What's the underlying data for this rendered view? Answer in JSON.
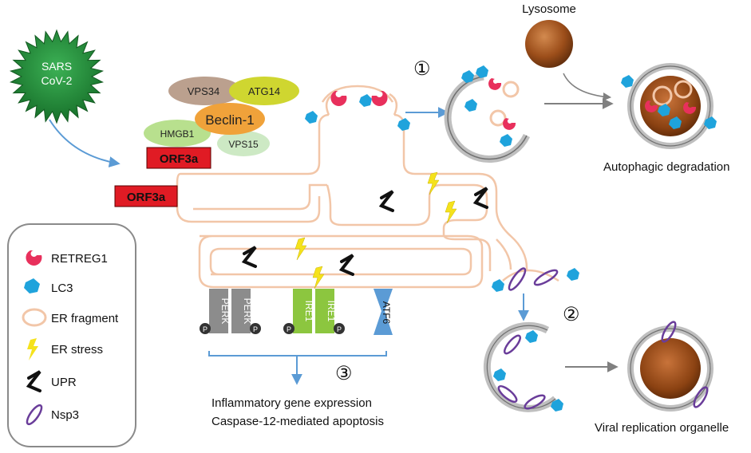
{
  "virus": {
    "line1": "SARS",
    "line2": "CoV-2"
  },
  "complex": {
    "vps34": "VPS34",
    "atg14": "ATG14",
    "beclin1": "Beclin-1",
    "hmgb1": "HMGB1",
    "vps15": "VPS15",
    "orf3a": "ORF3a"
  },
  "orf3a_membrane": "ORF3a",
  "lysosome_label": "Lysosome",
  "pathways": {
    "p1": "①",
    "p2": "②",
    "p3": "③"
  },
  "outcomes": {
    "autophagic": "Autophagic degradation",
    "viral": "Viral replication organelle",
    "inflammatory": "Inflammatory gene expression",
    "apoptosis": "Caspase-12-mediated apoptosis"
  },
  "sensors": {
    "perk": "PERK",
    "ire1": "IRE1",
    "atf6": "ATF6",
    "phospho": "P"
  },
  "legend": [
    {
      "icon": "retreg1",
      "label": "RETREG1"
    },
    {
      "icon": "lc3",
      "label": "LC3"
    },
    {
      "icon": "er-fragment",
      "label": "ER fragment"
    },
    {
      "icon": "er-stress",
      "label": "ER stress"
    },
    {
      "icon": "upr",
      "label": "UPR"
    },
    {
      "icon": "nsp3",
      "label": "Nsp3"
    }
  ],
  "colors": {
    "virus": "#1f8f3a",
    "orf3a": "#e01b24",
    "retreg1": "#e8305c",
    "lc3": "#1fa3dc",
    "er": "#f2c6a8",
    "stress": "#f5e21c",
    "nsp3": "#6a3d9a",
    "arrow": "#5b9bd5",
    "lysosome": "#a0521d"
  }
}
